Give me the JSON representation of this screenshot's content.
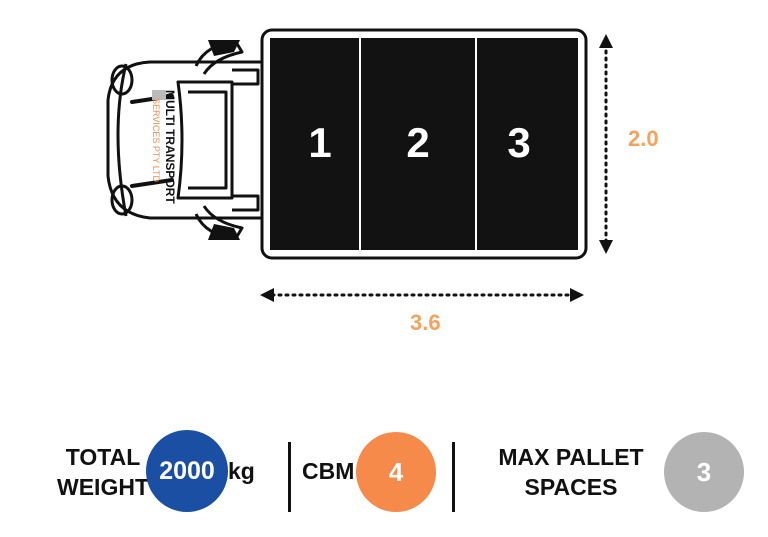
{
  "truck": {
    "brand_line1": "MULTI TRANSPORT",
    "brand_line2": "SERVICES PTY LTD",
    "pallet_numbers": [
      "1",
      "2",
      "3"
    ],
    "height_label": "2.0",
    "length_label": "3.6"
  },
  "stats": {
    "weight": {
      "label_line1": "TOTAL",
      "label_line2": "WEIGHT",
      "value": "2000",
      "unit": "kg"
    },
    "cbm": {
      "label": "CBM",
      "value": "4"
    },
    "pallets": {
      "label_line1": "MAX PALLET",
      "label_line2": "SPACES",
      "value": "3"
    }
  },
  "colors": {
    "accent_orange": "#f5a25d",
    "cbm_orange": "#f58a4b",
    "weight_blue": "#1a4fa3",
    "pallet_grey": "#b3b3b3",
    "cargo_black": "#121212"
  }
}
